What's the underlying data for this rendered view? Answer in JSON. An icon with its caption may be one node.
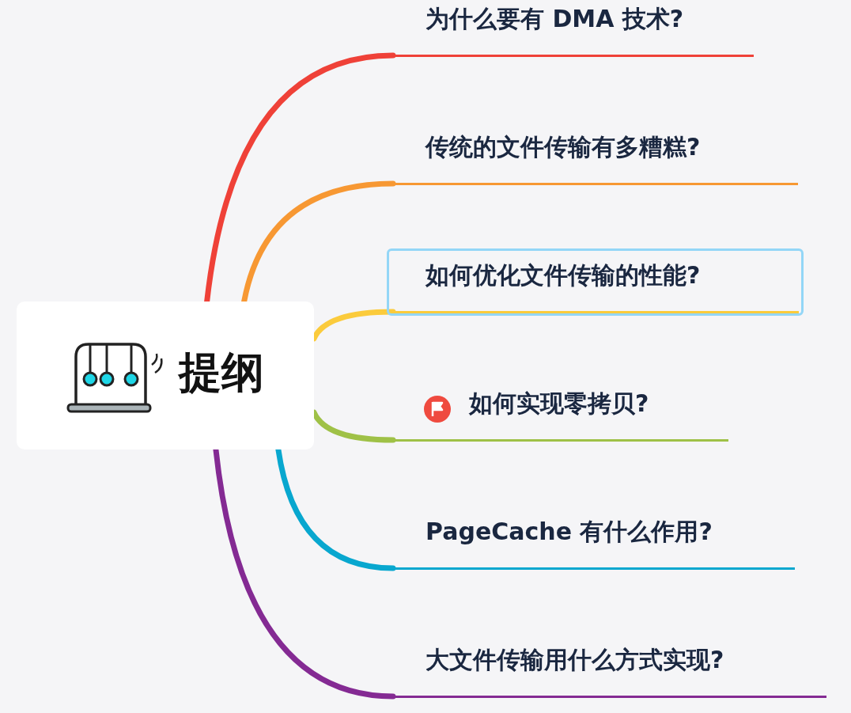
{
  "diagram": {
    "nodes": [
      {
        "text": [
          "提纲"
        ]
      },
      {
        "text": [
          "为什么要有 DMA 技术?"
        ]
      },
      {
        "text": [
          "传统的文件传输有多糟糕?"
        ]
      },
      {
        "text": [
          "如何优化文件传输的性能?"
        ]
      },
      {
        "text": [
          "如何实现零拷贝?"
        ]
      },
      {
        "text": [
          "PageCache 有什么作用?"
        ]
      },
      {
        "text": [
          "大文件传输用什么方式实现?"
        ]
      }
    ],
    "edges": [
      {
        "from": 0,
        "to": 1,
        "arrow": "none",
        "color": "#ef4138"
      },
      {
        "from": 0,
        "to": 2,
        "arrow": "none",
        "color": "#f79833"
      },
      {
        "from": 0,
        "to": 3,
        "arrow": "none",
        "color": "#fbcb3c"
      },
      {
        "from": 0,
        "to": 4,
        "arrow": "none",
        "color": "#9fc147"
      },
      {
        "from": 0,
        "to": 5,
        "arrow": "none",
        "color": "#08a7cf"
      },
      {
        "from": 0,
        "to": 6,
        "arrow": "none",
        "color": "#842a93"
      }
    ]
  }
}
